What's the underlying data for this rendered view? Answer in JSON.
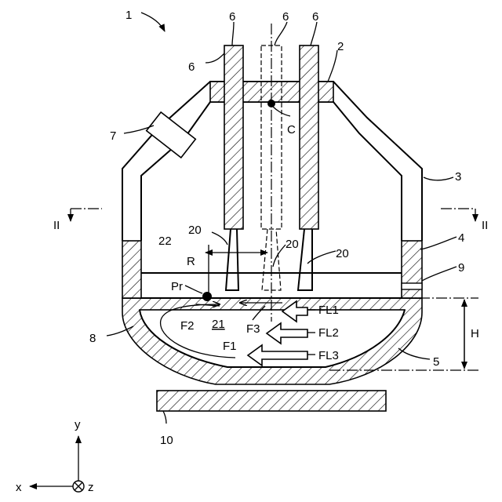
{
  "figure": {
    "labels": {
      "furnace": "1",
      "roof": "2",
      "side_wall": "3",
      "lower_wall": "4",
      "bottom": "5",
      "electrode": "6",
      "burner": "7",
      "liner": "8",
      "tap_hole": "9",
      "base": "10",
      "molten_metal": "21",
      "slag": "22",
      "arc": "20",
      "section": "II",
      "center": "C",
      "radius": "R",
      "point": "Pr",
      "height": "H",
      "flow1": "F1",
      "flow2": "F2",
      "flow3": "F3",
      "flow_lance1": "FL1",
      "flow_lance2": "FL2",
      "flow_lance3": "FL3",
      "axis_x": "x",
      "axis_y": "y",
      "axis_z": "z"
    }
  }
}
